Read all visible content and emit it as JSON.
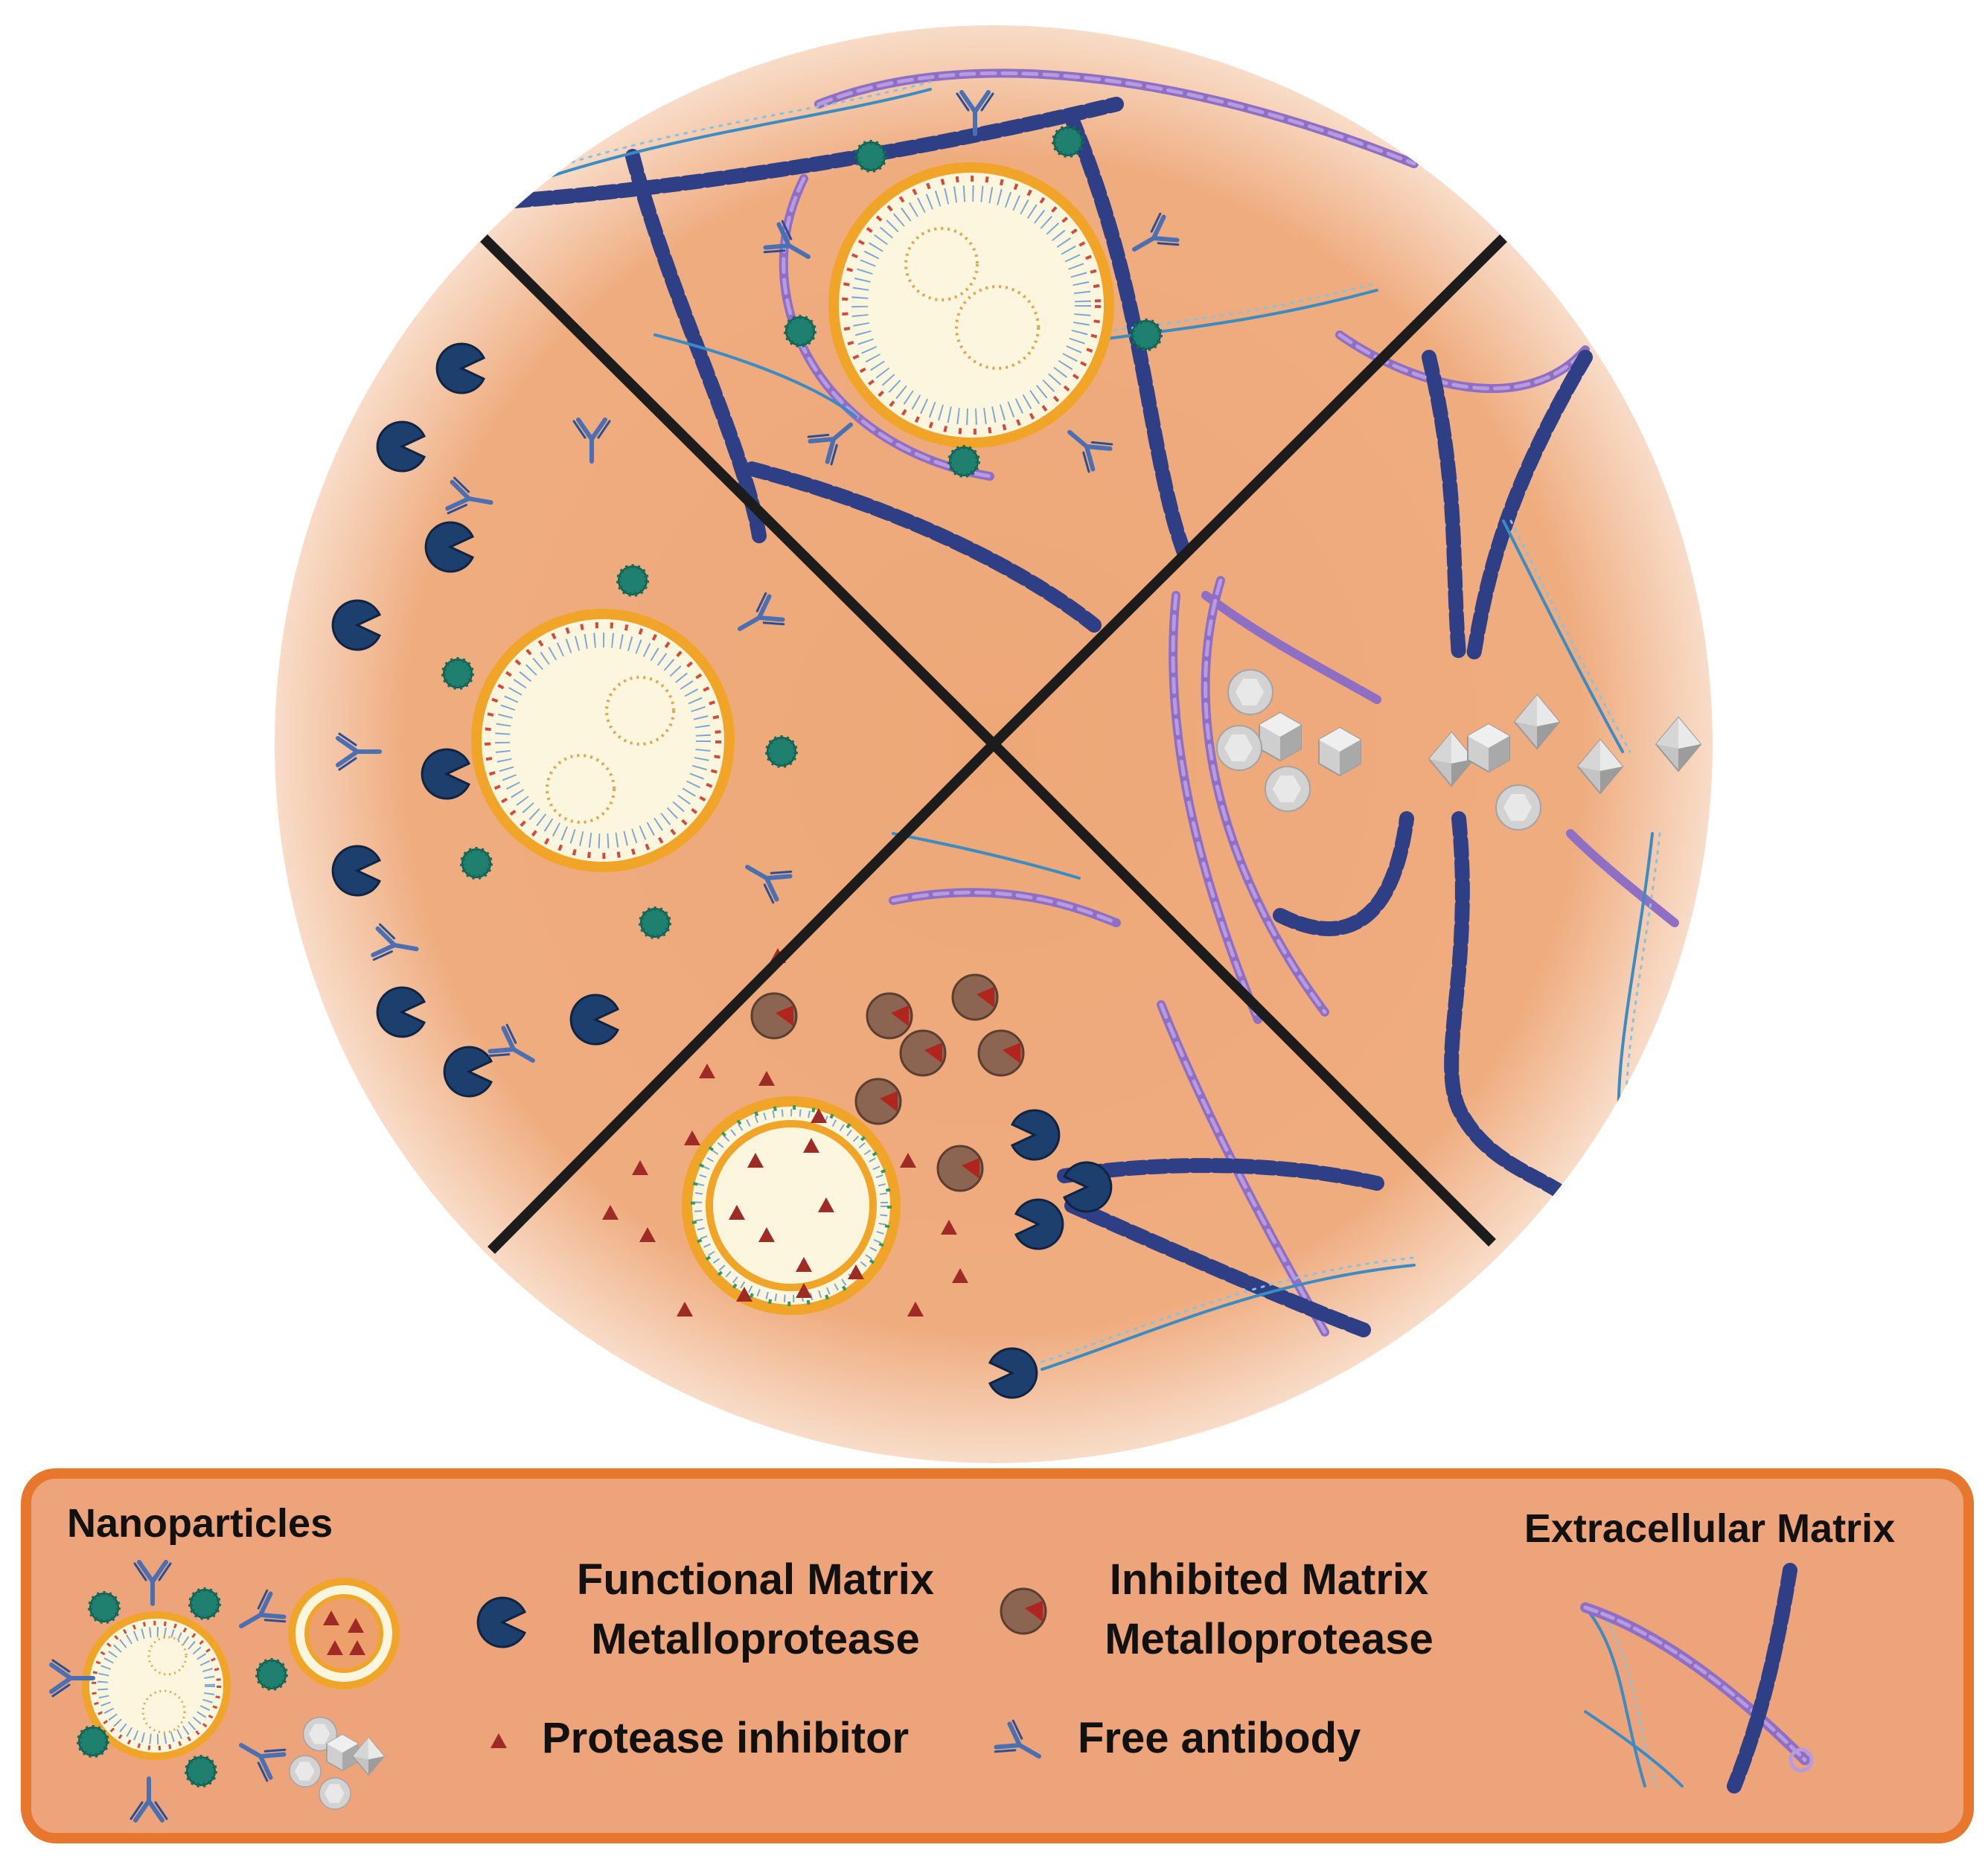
{
  "legend": {
    "nanoparticles_title": "Nanoparticles",
    "functional_mmp": [
      "Functional Matrix",
      "Metalloprotease"
    ],
    "inhibited_mmp": [
      "Inhibited Matrix",
      "Metalloprotease"
    ],
    "protease_inhibitor": "Protease inhibitor",
    "free_antibody": "Free antibody",
    "ecm_title": "Extracellular Matrix"
  },
  "colors": {
    "tissue": "#eea878",
    "tissue_dark": "#e9a06e",
    "legend_border": "#e8772e",
    "legend_fill": "#eda47a",
    "divider": "#1c1c1c",
    "mmp_functional": "#1c3f6e",
    "mmp_inhibited": "#8b6552",
    "inhibitor": "#9e2b25",
    "antibody": "#4a6fb3",
    "collagen": "#8f6fc4",
    "fibronectin": "#2f3f86",
    "hyaluronan": "#3a8cc4",
    "liposome_fill": "#fdf6df",
    "liposome_head": "#f0a529",
    "targeting_ligand": "#1f8070",
    "inorganic_np": "#c9c9c9"
  },
  "icons": [
    "mmp-functional-icon",
    "mmp-inhibited-icon",
    "protease-inhibitor-icon",
    "free-antibody-icon",
    "liposome-icon",
    "inorganic-nanoparticle-icon",
    "collagen-fiber-icon",
    "fibronectin-chain-icon",
    "hyaluronan-strand-icon"
  ]
}
